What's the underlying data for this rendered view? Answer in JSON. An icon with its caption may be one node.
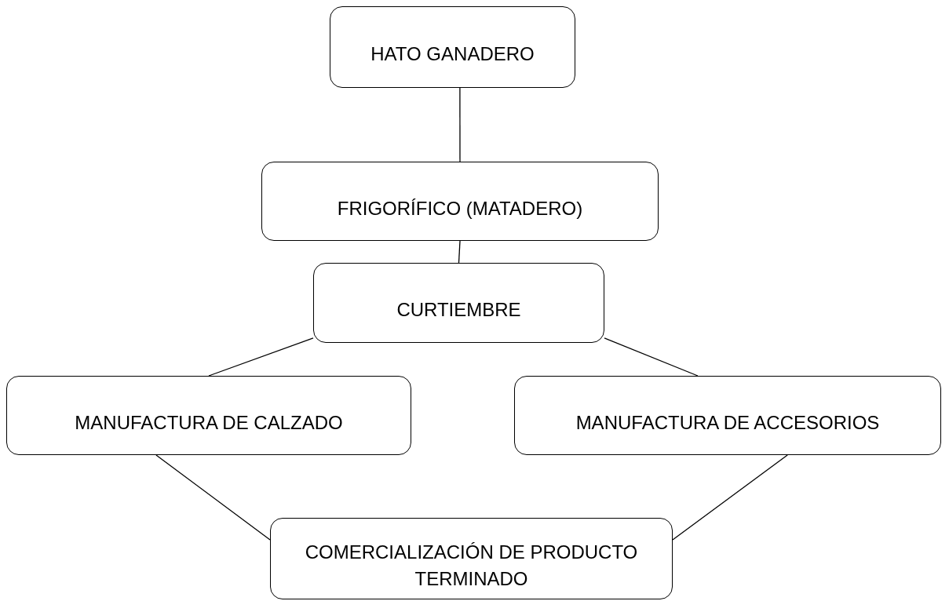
{
  "diagram": {
    "nodes": [
      {
        "text": [
          "HATO GANADERO"
        ]
      },
      {
        "text": [
          "FRIGORÍFICO (MATADERO)"
        ]
      },
      {
        "text": [
          "CURTIEMBRE"
        ]
      },
      {
        "text": [
          "MANUFACTURA DE CALZADO"
        ]
      },
      {
        "text": [
          "MANUFACTURA DE ACCESORIOS"
        ]
      },
      {
        "text": [
          "COMERCIALIZACIÓN DE PRODUCTO TERMINADO"
        ]
      }
    ],
    "edges": [
      {
        "from": 0,
        "to": 1,
        "arrow": "none"
      },
      {
        "from": 1,
        "to": 2,
        "arrow": "none"
      },
      {
        "from": 2,
        "to": 3,
        "arrow": "none"
      },
      {
        "from": 2,
        "to": 4,
        "arrow": "none"
      },
      {
        "from": 3,
        "to": 5,
        "arrow": "none"
      },
      {
        "from": 4,
        "to": 5,
        "arrow": "none"
      }
    ]
  }
}
